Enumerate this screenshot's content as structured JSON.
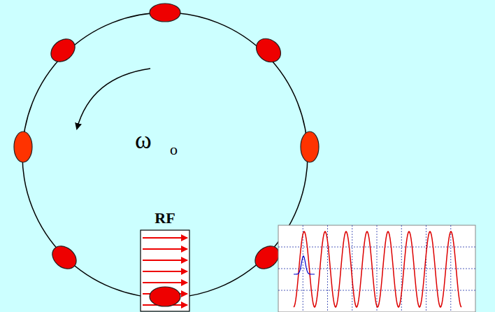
{
  "diagram": {
    "nodes": [
      {
        "text": [
          "RF"
        ]
      }
    ],
    "labels": [
      "ω",
      "o"
    ]
  }
}
